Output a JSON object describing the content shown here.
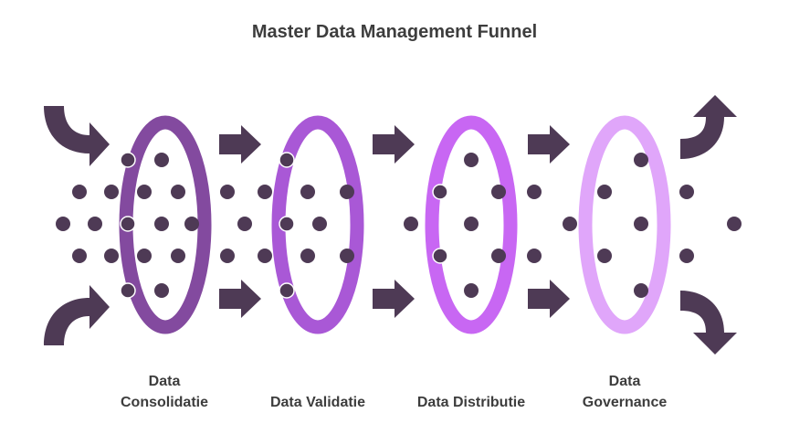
{
  "title": "Master Data Management Funnel",
  "stages": [
    {
      "label_line1": "Data",
      "label_line2": "Consolidatie",
      "color": "#834a9f"
    },
    {
      "label_line1": "",
      "label_line2": "Data Validatie",
      "color": "#a958d6"
    },
    {
      "label_line1": "",
      "label_line2": "Data Distributie",
      "color": "#c867f3"
    },
    {
      "label_line1": "Data",
      "label_line2": "Governance",
      "color": "#e0a6fa"
    }
  ],
  "dot_color": "#4e3a55"
}
